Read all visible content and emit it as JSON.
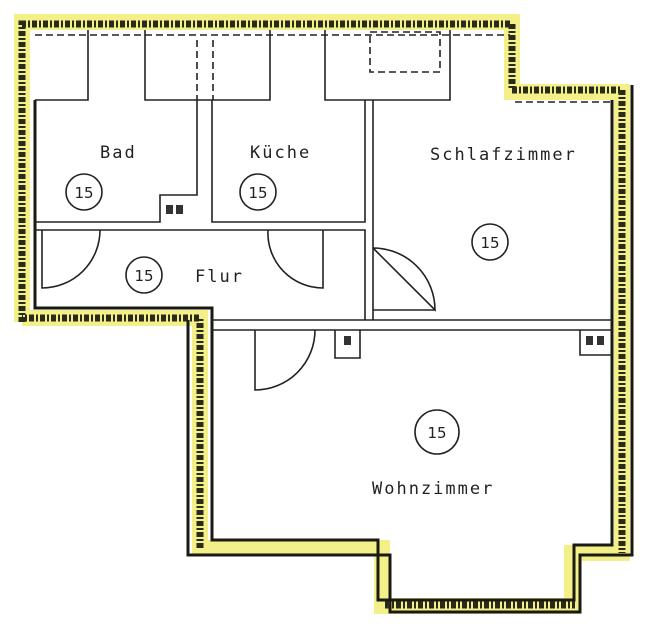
{
  "rooms": [
    {
      "name": "Bad",
      "number": "15"
    },
    {
      "name": "Küche",
      "number": "15"
    },
    {
      "name": "Schlafzimmer",
      "number": "15"
    },
    {
      "name": "Flur",
      "number": "15"
    },
    {
      "name": "Wohnzimmer",
      "number": "15"
    }
  ],
  "colors": {
    "highlight": "#f3f08a",
    "wall": "#1a1a12"
  }
}
